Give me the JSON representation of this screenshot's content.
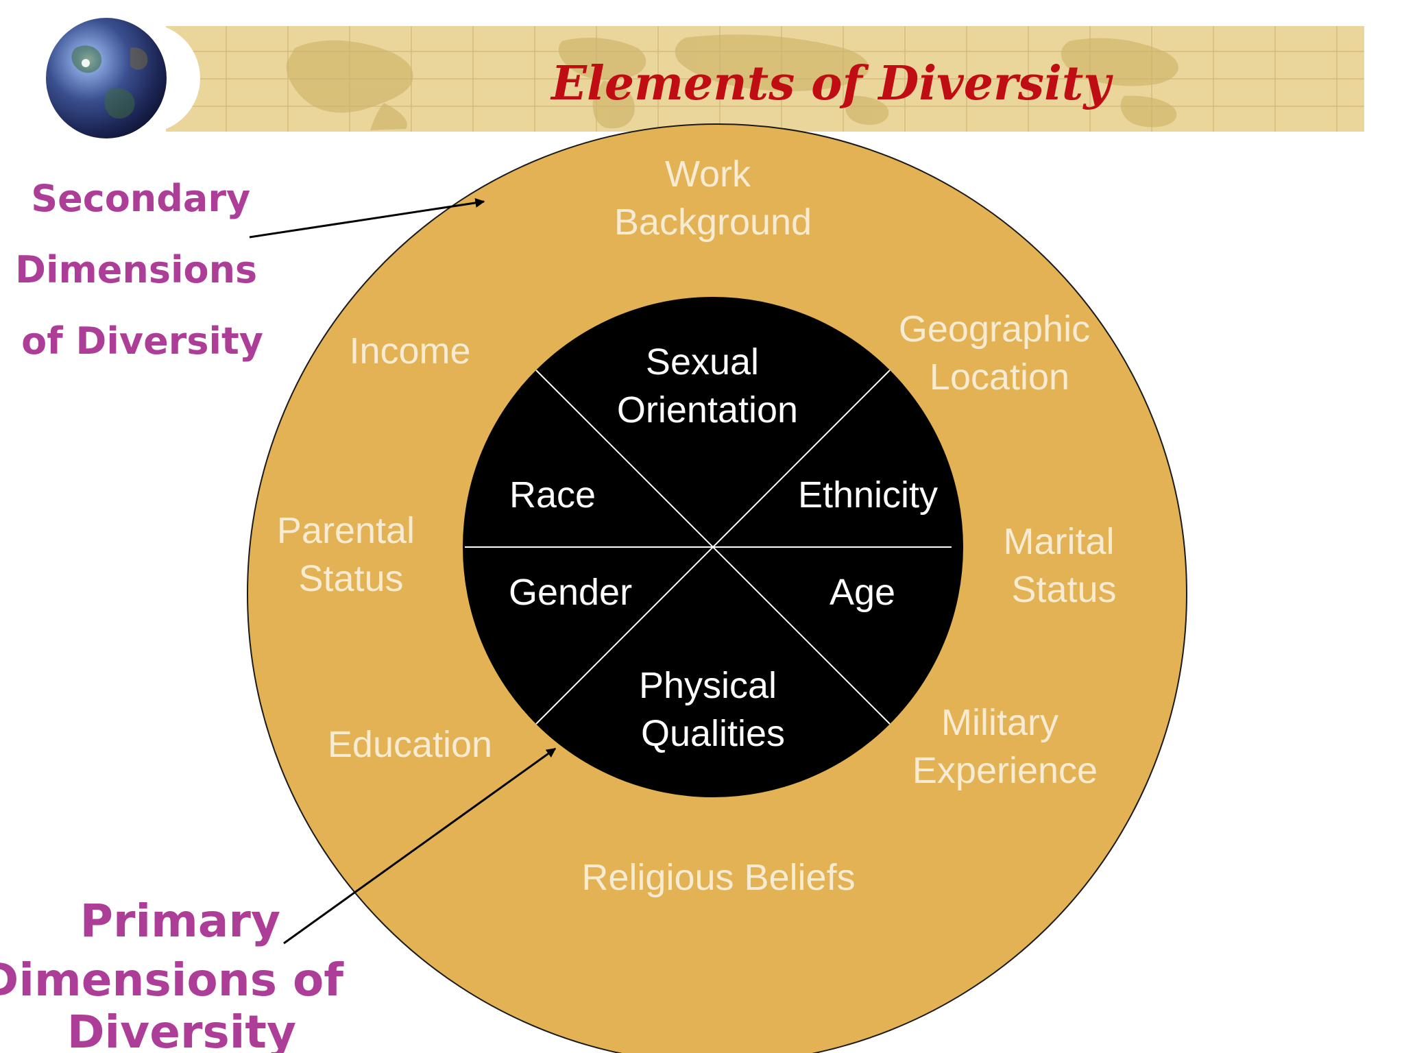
{
  "title": "Elements of Diversity",
  "colors": {
    "banner": "#ead59a",
    "banner_map": "#d2b86e",
    "title": "#c00d14",
    "outer_ring": "#e2b254",
    "outer_text": "#f7ecd3",
    "inner_circle": "#000000",
    "inner_text": "#ffffff",
    "side_label": "#ad3e98"
  },
  "callouts": {
    "secondary": [
      "Secondary",
      "Dimensions",
      "of Diversity"
    ],
    "primary": [
      "Primary",
      "Dimensions of",
      "Diversity"
    ]
  },
  "primary_dimensions": [
    {
      "id": "sexual-orientation",
      "lines": [
        "Sexual",
        "Orientation"
      ]
    },
    {
      "id": "race",
      "lines": [
        "Race"
      ]
    },
    {
      "id": "ethnicity",
      "lines": [
        "Ethnicity"
      ]
    },
    {
      "id": "gender",
      "lines": [
        "Gender"
      ]
    },
    {
      "id": "age",
      "lines": [
        "Age"
      ]
    },
    {
      "id": "physical-qualities",
      "lines": [
        "Physical",
        "Qualities"
      ]
    }
  ],
  "secondary_dimensions": [
    {
      "id": "work-background",
      "lines": [
        "Work",
        "Background"
      ]
    },
    {
      "id": "income",
      "lines": [
        "Income"
      ]
    },
    {
      "id": "geographic-location",
      "lines": [
        "Geographic",
        "Location"
      ]
    },
    {
      "id": "parental-status",
      "lines": [
        "Parental",
        "Status"
      ]
    },
    {
      "id": "marital-status",
      "lines": [
        "Marital",
        "Status"
      ]
    },
    {
      "id": "education",
      "lines": [
        "Education"
      ]
    },
    {
      "id": "military-experience",
      "lines": [
        "Military",
        "Experience"
      ]
    },
    {
      "id": "religious-beliefs",
      "lines": [
        "Religious Beliefs"
      ]
    }
  ]
}
